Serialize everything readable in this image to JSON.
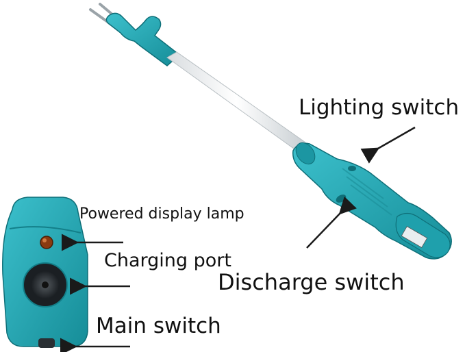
{
  "labels": {
    "lighting_switch": "Lighting switch",
    "powered_display_lamp": "Powered display lamp",
    "charging_port": "Charging port",
    "discharge_switch": "Discharge switch",
    "main_switch": "Main switch"
  },
  "colors": {
    "body_teal": "#22a6b3",
    "body_teal_dark": "#14808b",
    "shaft_white": "#f4f6f7",
    "lamp_amber": "#8a3a10",
    "port_dark": "#2a2f33",
    "text": "#111111",
    "arrow": "#1a1a1a"
  }
}
